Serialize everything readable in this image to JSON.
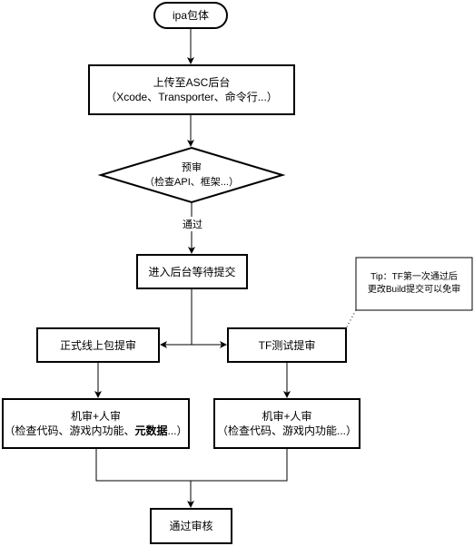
{
  "nodes": {
    "start": {
      "label": "ipa包体"
    },
    "upload": {
      "line1": "上传至ASC后台",
      "line2": "（Xcode、Transporter、命令行...）"
    },
    "precheck": {
      "line1": "预审",
      "line2": "（检查API、框架...）"
    },
    "wait_submit": {
      "label": "进入后台等待提交"
    },
    "release_submit": {
      "label": "正式线上包提审"
    },
    "tf_submit": {
      "label": "TF测试提审"
    },
    "review_release": {
      "line1": "机审+人审",
      "line2_prefix": "（检查代码、游戏内功能、",
      "line2_bold": "元数据",
      "line2_suffix": "...）"
    },
    "review_tf": {
      "line1": "机审+人审",
      "line2": "（检查代码、游戏内功能...）"
    },
    "approved": {
      "label": "通过审核"
    }
  },
  "edges": {
    "precheck_pass": "通过"
  },
  "tip": {
    "line1": "Tip：TF第一次通过后",
    "line2": "更改Build提交可以免审"
  }
}
